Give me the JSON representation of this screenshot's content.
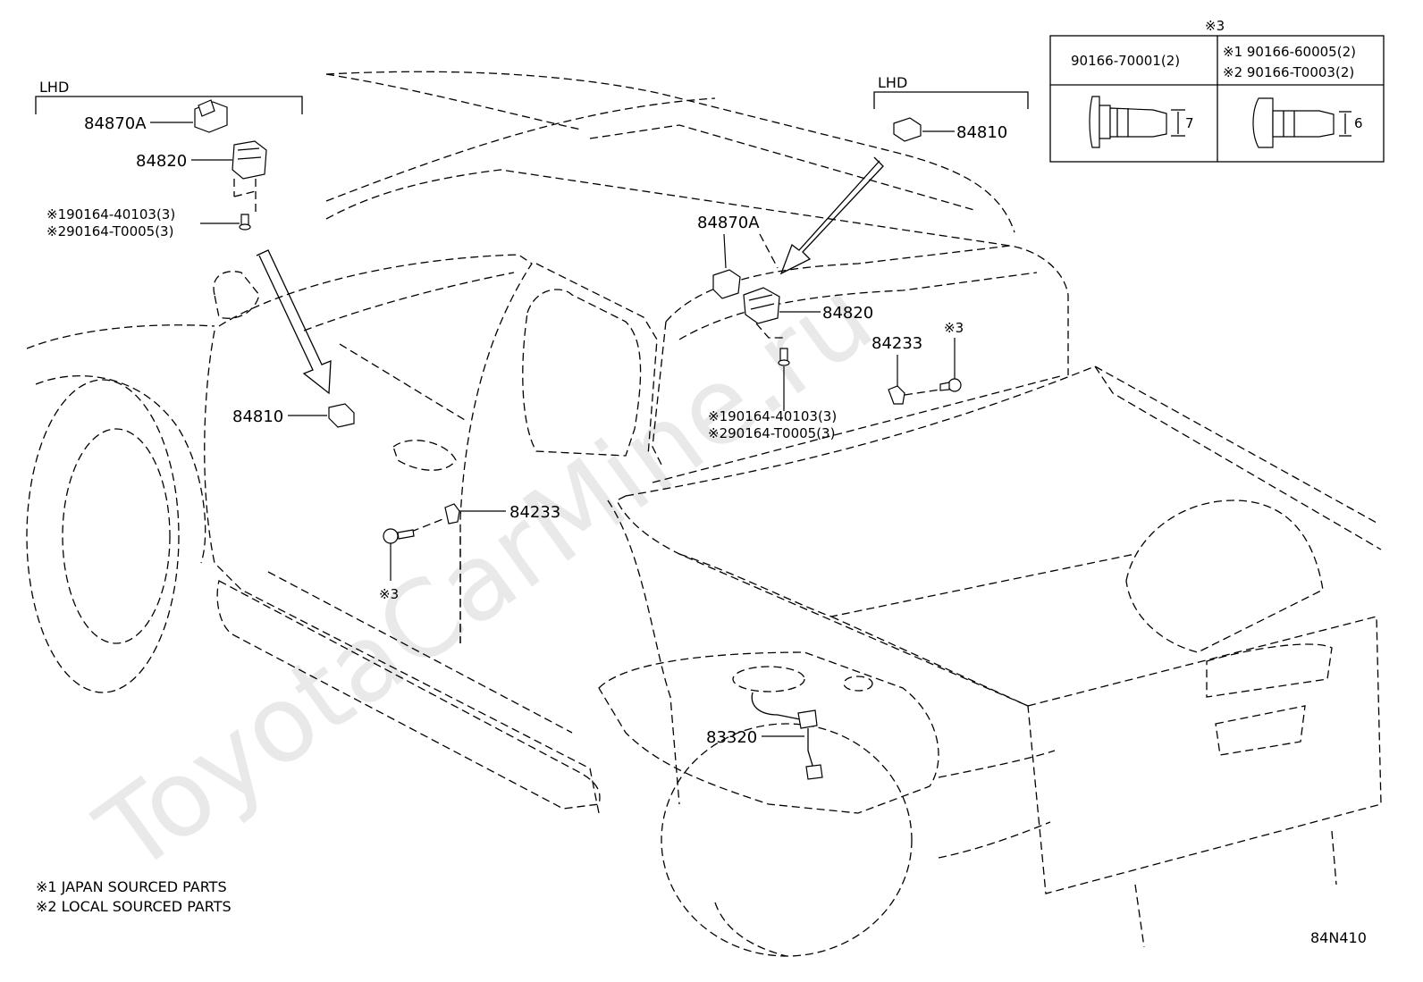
{
  "watermark": "ToyotaCarMine.ru",
  "diagram_code": "84N410",
  "footnotes": [
    "※1 JAPAN SOURCED PARTS",
    "※2 LOCAL SOURCED PARTS"
  ],
  "lhd_left": {
    "header": "LHD",
    "labels": {
      "p84870a": "84870A",
      "p84820": "84820",
      "bolt1": "※190164-40103(3)",
      "bolt2": "※290164-T0005(3)"
    }
  },
  "lhd_right": {
    "header": "LHD",
    "label": "84810"
  },
  "main_labels": {
    "p84870a": "84870A",
    "p84820": "84820",
    "p84233_upper": "84233",
    "ref3_upper": "※3",
    "bolt1": "※190164-40103(3)",
    "bolt2": "※290164-T0005(3)",
    "p84810": "84810",
    "p84233_lower": "84233",
    "ref3_lower": "※3",
    "p83320": "83320"
  },
  "fastener_table": {
    "title": "※3",
    "col1_header": "90166-70001(2)",
    "col2_header_1": "※1  90166-60005(2)",
    "col2_header_2": "※2  90166-T0003(2)",
    "col1_dim": "7",
    "col2_dim": "6"
  }
}
